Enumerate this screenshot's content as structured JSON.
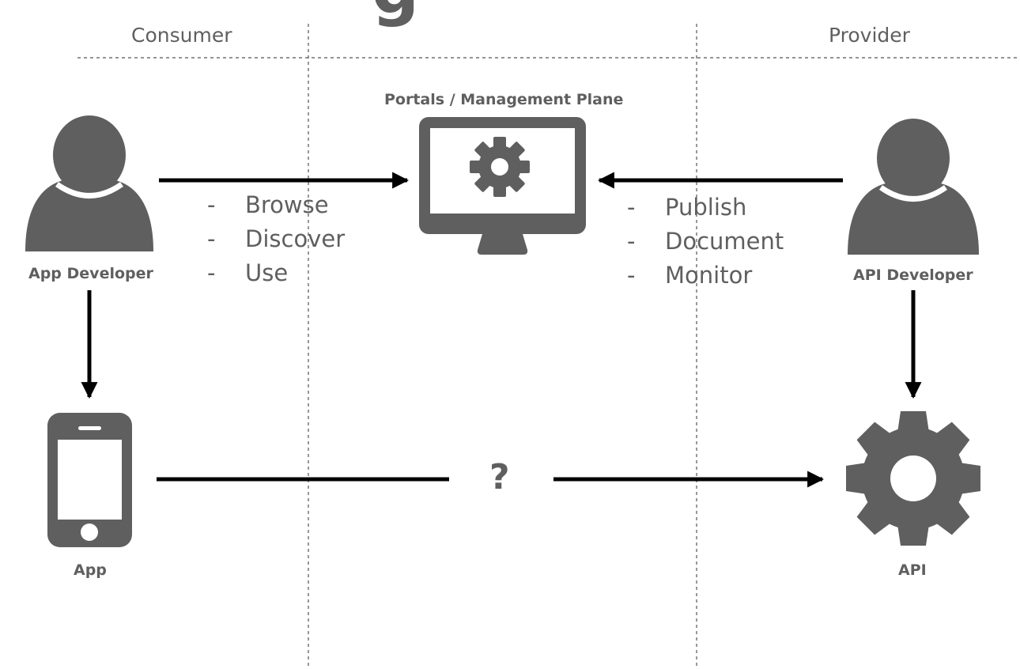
{
  "title_fragment": "g",
  "lanes": {
    "consumer": "Consumer",
    "provider": "Provider"
  },
  "nodes": {
    "portals": "Portals / Management Plane",
    "app_developer": "App Developer",
    "api_developer": "API  Developer",
    "app": "App",
    "api": "API"
  },
  "consumer_actions": [
    {
      "dash": "-",
      "label": "Browse"
    },
    {
      "dash": "-",
      "label": "Discover"
    },
    {
      "dash": "-",
      "label": "Use"
    }
  ],
  "provider_actions": [
    {
      "dash": "-",
      "label": "Publish"
    },
    {
      "dash": "-",
      "label": "Document"
    },
    {
      "dash": "-",
      "label": "Monitor"
    }
  ],
  "connector_label": "?",
  "colors": {
    "icon": "#5f5f5f",
    "arrow": "#000000",
    "guide": "#555555"
  }
}
